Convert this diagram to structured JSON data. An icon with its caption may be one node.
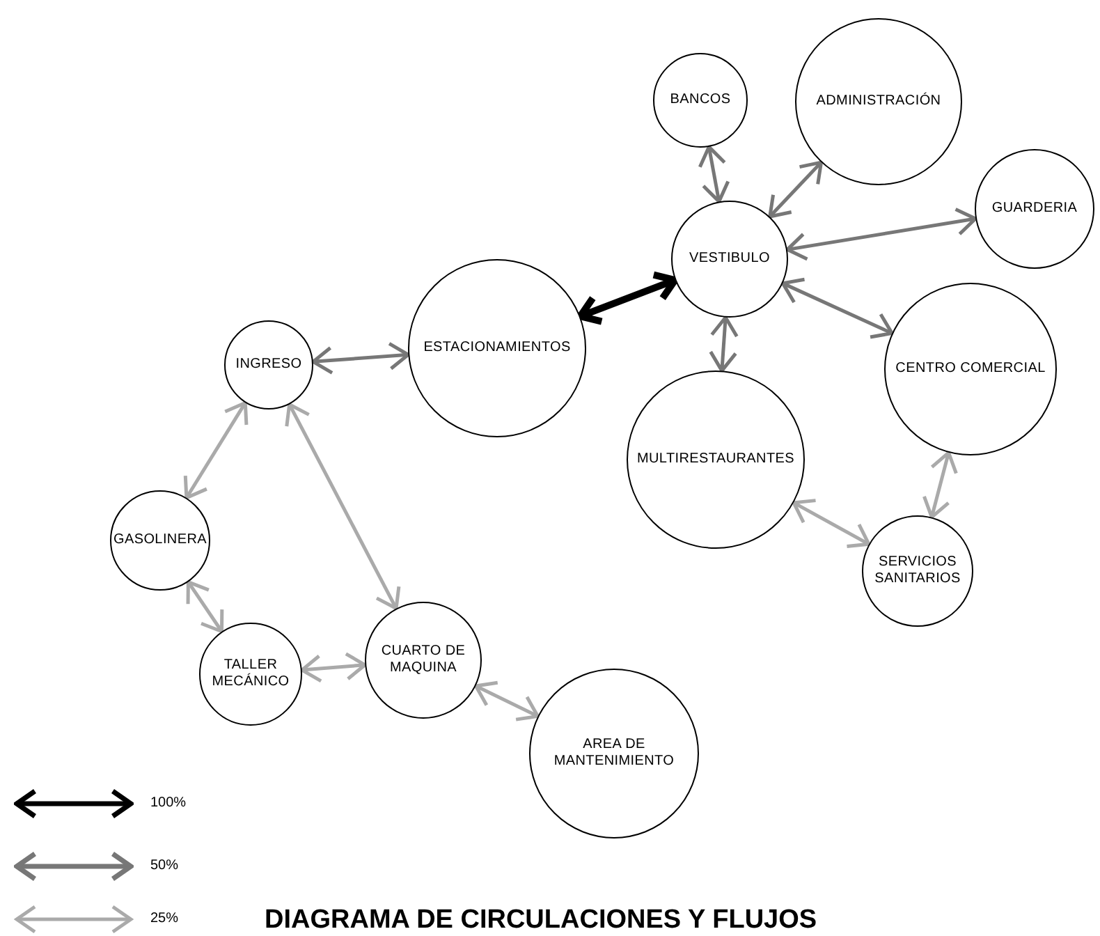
{
  "diagram": {
    "title": "DIAGRAMA DE CIRCULACIONES Y FLUJOS",
    "nodes": [
      {
        "text": [
          "BANCOS"
        ]
      },
      {
        "text": [
          "ADMINISTRACIÓN"
        ]
      },
      {
        "text": [
          "GUARDERIA"
        ]
      },
      {
        "text": [
          "VESTIBULO"
        ]
      },
      {
        "text": [
          "ESTACIONAMIENTOS"
        ]
      },
      {
        "text": [
          "INGRESO"
        ]
      },
      {
        "text": [
          "CENTRO COMERCIAL"
        ]
      },
      {
        "text": [
          "MULTIRESTAURANTES"
        ]
      },
      {
        "text": [
          "GASOLINERA"
        ]
      },
      {
        "text": [
          "SERVICIOS SANITARIOS"
        ]
      },
      {
        "text": [
          "TALLER MECÁNICO"
        ]
      },
      {
        "text": [
          "CUARTO DE MAQUINA"
        ]
      },
      {
        "text": [
          "AREA DE MANTENIMIENTO"
        ]
      }
    ],
    "edges": [
      {
        "from": 4,
        "to": 3,
        "arrow": "both",
        "style": "thick",
        "color": "#000000"
      },
      {
        "from": 0,
        "to": 3,
        "arrow": "both",
        "color": "#777777"
      },
      {
        "from": 1,
        "to": 3,
        "arrow": "both",
        "color": "#777777"
      },
      {
        "from": 2,
        "to": 3,
        "arrow": "both",
        "color": "#777777"
      },
      {
        "from": 3,
        "to": 6,
        "arrow": "both",
        "color": "#777777"
      },
      {
        "from": 3,
        "to": 7,
        "arrow": "both",
        "color": "#777777"
      },
      {
        "from": 5,
        "to": 4,
        "arrow": "both",
        "color": "#777777"
      },
      {
        "from": 5,
        "to": 8,
        "arrow": "both"
      },
      {
        "from": 5,
        "to": 11,
        "arrow": "both"
      },
      {
        "from": 8,
        "to": 10,
        "arrow": "both"
      },
      {
        "from": 10,
        "to": 11,
        "arrow": "both"
      },
      {
        "from": 11,
        "to": 12,
        "arrow": "both"
      },
      {
        "from": 7,
        "to": 9,
        "arrow": "both"
      },
      {
        "from": 6,
        "to": 9,
        "arrow": "both"
      }
    ],
    "legend": [
      {
        "text": "100%"
      },
      {
        "text": "50%"
      },
      {
        "text": "25%"
      }
    ]
  }
}
